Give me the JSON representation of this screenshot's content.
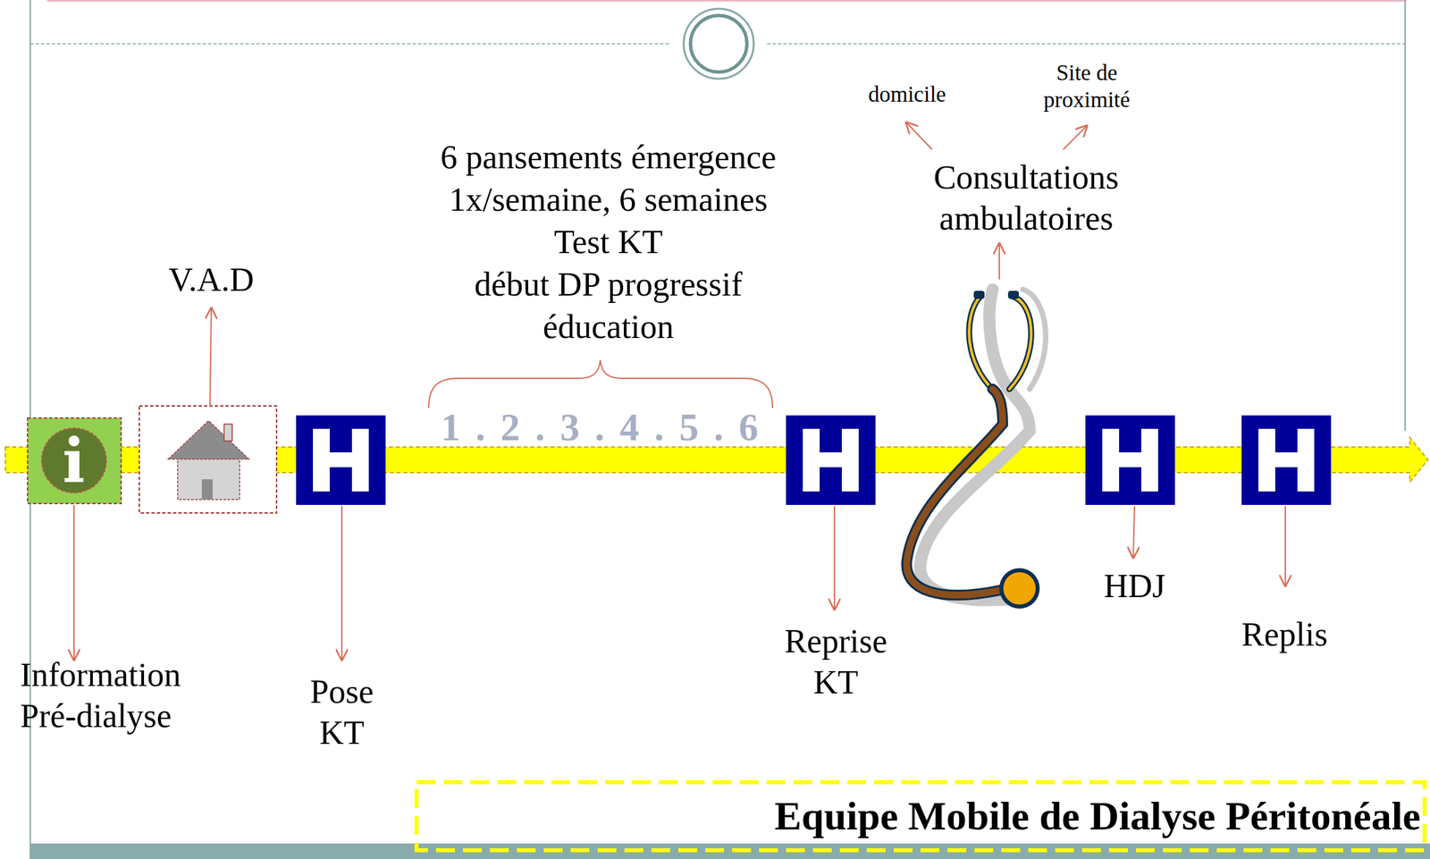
{
  "diagram": {
    "nodes": [
      {
        "text": [
          "Equipe Mobile de Dialyse Péritonéale"
        ]
      }
    ],
    "labels": [
      "V.A.D",
      "6 pansements émergence",
      "1x/semaine, 6 semaines",
      "Test KT",
      "début DP progressif",
      "éducation",
      "domicile",
      "Site de proximité",
      "Consultations ambulatoires",
      "1 . 2 . 3 . 4 . 5 . 6",
      "Information Pré-dialyse",
      "Pose KT",
      "Reprise KT",
      "HDJ",
      "Replis"
    ]
  }
}
